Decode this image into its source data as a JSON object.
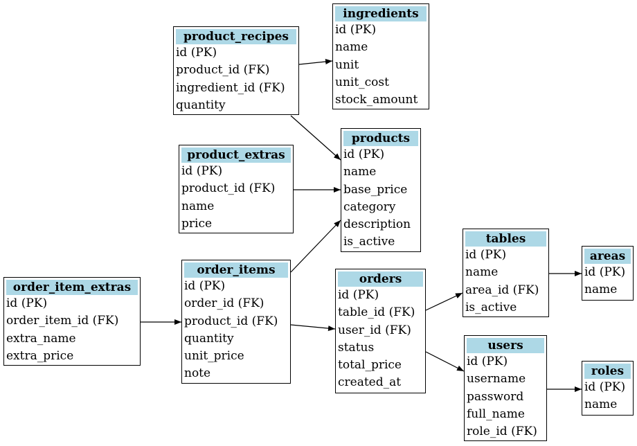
{
  "entities": {
    "ingredients": {
      "name": "ingredients",
      "fields": [
        "id (PK)",
        "name",
        "unit",
        "unit_cost",
        "stock_amount"
      ]
    },
    "product_recipes": {
      "name": "product_recipes",
      "fields": [
        "id (PK)",
        "product_id (FK)",
        "ingredient_id (FK)",
        "quantity"
      ]
    },
    "products": {
      "name": "products",
      "fields": [
        "id (PK)",
        "name",
        "base_price",
        "category",
        "description",
        "is_active"
      ]
    },
    "product_extras": {
      "name": "product_extras",
      "fields": [
        "id (PK)",
        "product_id (FK)",
        "name",
        "price"
      ]
    },
    "order_item_extras": {
      "name": "order_item_extras",
      "fields": [
        "id (PK)",
        "order_item_id (FK)",
        "extra_name",
        "extra_price"
      ]
    },
    "order_items": {
      "name": "order_items",
      "fields": [
        "id (PK)",
        "order_id (FK)",
        "product_id (FK)",
        "quantity",
        "unit_price",
        "note"
      ]
    },
    "orders": {
      "name": "orders",
      "fields": [
        "id (PK)",
        "table_id (FK)",
        "user_id (FK)",
        "status",
        "total_price",
        "created_at"
      ]
    },
    "tables": {
      "name": "tables",
      "fields": [
        "id (PK)",
        "name",
        "area_id (FK)",
        "is_active"
      ]
    },
    "areas": {
      "name": "areas",
      "fields": [
        "id (PK)",
        "name"
      ]
    },
    "users": {
      "name": "users",
      "fields": [
        "id (PK)",
        "username",
        "password",
        "full_name",
        "role_id (FK)"
      ]
    },
    "roles": {
      "name": "roles",
      "fields": [
        "id (PK)",
        "name"
      ]
    }
  },
  "relationships": [
    {
      "from": "product_recipes",
      "to": "ingredients"
    },
    {
      "from": "product_recipes",
      "to": "products"
    },
    {
      "from": "product_extras",
      "to": "products"
    },
    {
      "from": "order_items",
      "to": "products"
    },
    {
      "from": "order_item_extras",
      "to": "order_items"
    },
    {
      "from": "order_items",
      "to": "orders"
    },
    {
      "from": "orders",
      "to": "tables"
    },
    {
      "from": "orders",
      "to": "users"
    },
    {
      "from": "tables",
      "to": "areas"
    },
    {
      "from": "users",
      "to": "roles"
    }
  ]
}
